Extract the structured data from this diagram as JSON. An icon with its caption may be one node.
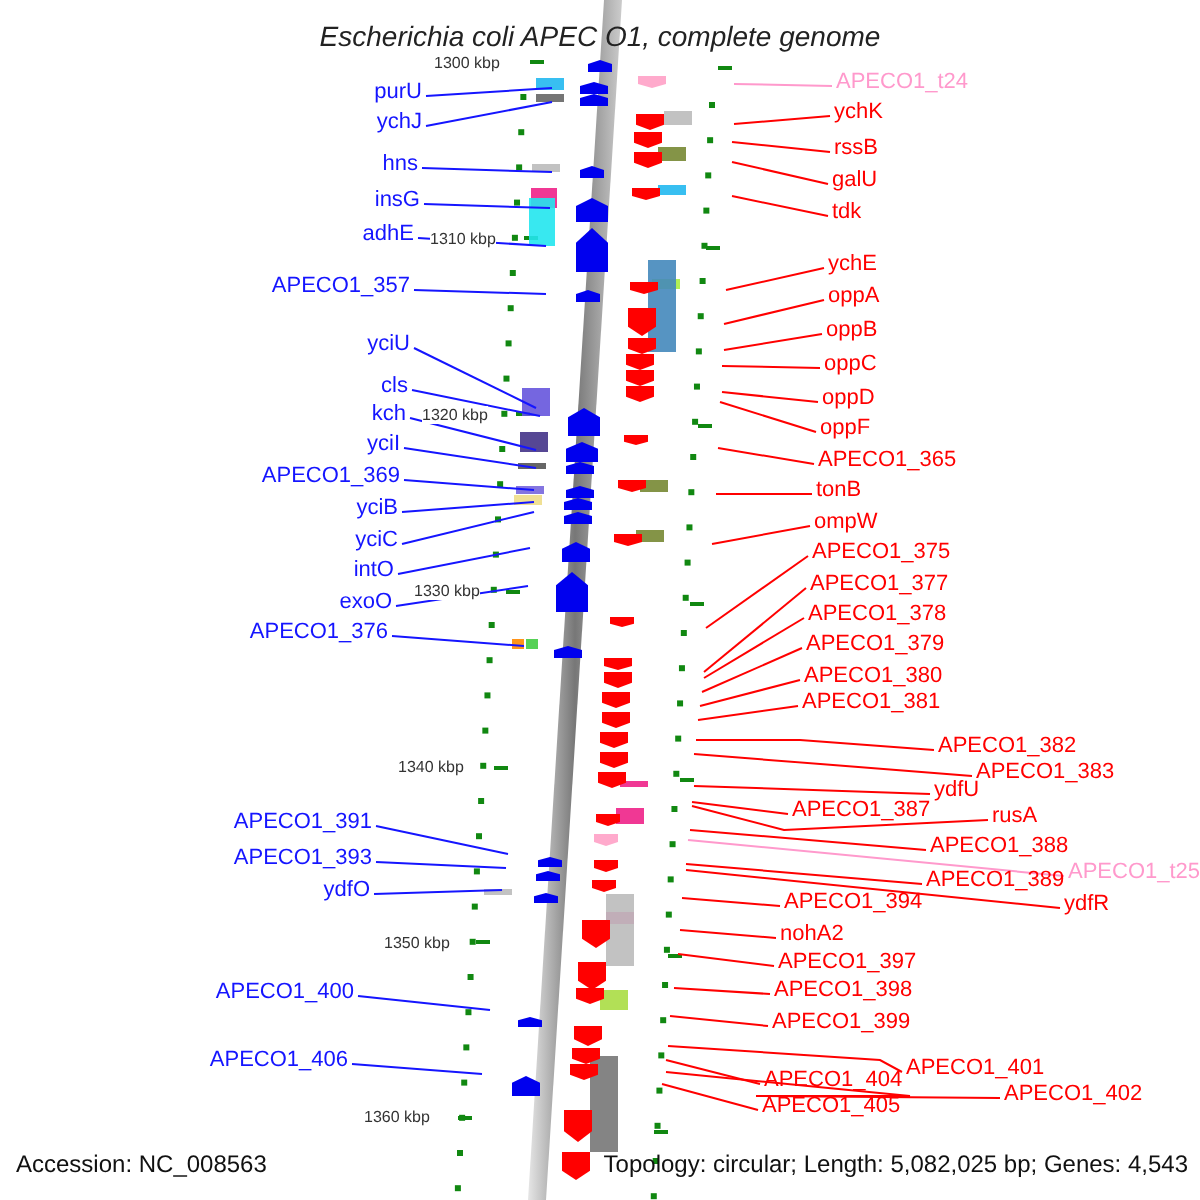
{
  "diagram": {
    "title": "Escherichia coli APEC O1, complete genome",
    "nodes": [
      {
        "text": [
          "purU"
        ]
      },
      {
        "text": [
          "ychJ"
        ]
      },
      {
        "text": [
          "hns"
        ]
      },
      {
        "text": [
          "insG"
        ]
      },
      {
        "text": [
          "adhE"
        ]
      },
      {
        "text": [
          "APECO1_357"
        ]
      },
      {
        "text": [
          "yciU"
        ]
      },
      {
        "text": [
          "cls"
        ]
      },
      {
        "text": [
          "kch"
        ]
      },
      {
        "text": [
          "yciI"
        ]
      },
      {
        "text": [
          "APECO1_369"
        ]
      },
      {
        "text": [
          "yciB"
        ]
      },
      {
        "text": [
          "yciC"
        ]
      },
      {
        "text": [
          "intO"
        ]
      },
      {
        "text": [
          "exoO"
        ]
      },
      {
        "text": [
          "APECO1_376"
        ]
      },
      {
        "text": [
          "APECO1_391"
        ]
      },
      {
        "text": [
          "APECO1_393"
        ]
      },
      {
        "text": [
          "ydfO"
        ]
      },
      {
        "text": [
          "APECO1_400"
        ]
      },
      {
        "text": [
          "APECO1_406"
        ]
      },
      {
        "text": [
          "APECO1_t24"
        ]
      },
      {
        "text": [
          "ychK"
        ]
      },
      {
        "text": [
          "rssB"
        ]
      },
      {
        "text": [
          "galU"
        ]
      },
      {
        "text": [
          "tdk"
        ]
      },
      {
        "text": [
          "ychE"
        ]
      },
      {
        "text": [
          "oppA"
        ]
      },
      {
        "text": [
          "oppB"
        ]
      },
      {
        "text": [
          "oppC"
        ]
      },
      {
        "text": [
          "oppD"
        ]
      },
      {
        "text": [
          "oppF"
        ]
      },
      {
        "text": [
          "APECO1_365"
        ]
      },
      {
        "text": [
          "tonB"
        ]
      },
      {
        "text": [
          "ompW"
        ]
      },
      {
        "text": [
          "APECO1_375"
        ]
      },
      {
        "text": [
          "APECO1_377"
        ]
      },
      {
        "text": [
          "APECO1_378"
        ]
      },
      {
        "text": [
          "APECO1_379"
        ]
      },
      {
        "text": [
          "APECO1_380"
        ]
      },
      {
        "text": [
          "APECO1_381"
        ]
      },
      {
        "text": [
          "APECO1_382"
        ]
      },
      {
        "text": [
          "APECO1_383"
        ]
      },
      {
        "text": [
          "ydfU"
        ]
      },
      {
        "text": [
          "APECO1_387"
        ]
      },
      {
        "text": [
          "rusA"
        ]
      },
      {
        "text": [
          "APECO1_388"
        ]
      },
      {
        "text": [
          "APECO1_t25"
        ]
      },
      {
        "text": [
          "APECO1_389"
        ]
      },
      {
        "text": [
          "ydfR"
        ]
      },
      {
        "text": [
          "APECO1_394"
        ]
      },
      {
        "text": [
          "nohA2"
        ]
      },
      {
        "text": [
          "APECO1_397"
        ]
      },
      {
        "text": [
          "APECO1_398"
        ]
      },
      {
        "text": [
          "APECO1_399"
        ]
      },
      {
        "text": [
          "APECO1_401"
        ]
      },
      {
        "text": [
          "APECO1_404"
        ]
      },
      {
        "text": [
          "APECO1_402"
        ]
      },
      {
        "text": [
          "APECO1_405"
        ]
      }
    ],
    "edges": [
      {
        "from": 0,
        "to": null,
        "arrow": "none",
        "color": "#0000ff"
      },
      {
        "from": 1,
        "to": null,
        "arrow": "none",
        "color": "#0000ff"
      },
      {
        "from": 2,
        "to": null,
        "arrow": "none",
        "color": "#0000ff"
      },
      {
        "from": 3,
        "to": null,
        "arrow": "none",
        "color": "#0000ff"
      },
      {
        "from": 4,
        "to": null,
        "arrow": "none",
        "color": "#0000ff"
      },
      {
        "from": 5,
        "to": null,
        "arrow": "none",
        "color": "#0000ff"
      },
      {
        "from": 6,
        "to": null,
        "arrow": "none",
        "color": "#0000ff"
      },
      {
        "from": 7,
        "to": null,
        "arrow": "none",
        "color": "#0000ff"
      },
      {
        "from": 8,
        "to": null,
        "arrow": "none",
        "color": "#0000ff"
      },
      {
        "from": 9,
        "to": null,
        "arrow": "none",
        "color": "#0000ff"
      },
      {
        "from": 10,
        "to": null,
        "arrow": "none",
        "color": "#0000ff"
      },
      {
        "from": 11,
        "to": null,
        "arrow": "none",
        "color": "#0000ff"
      },
      {
        "from": 12,
        "to": null,
        "arrow": "none",
        "color": "#0000ff"
      },
      {
        "from": 13,
        "to": null,
        "arrow": "none",
        "color": "#0000ff"
      },
      {
        "from": 14,
        "to": null,
        "arrow": "none",
        "color": "#0000ff"
      },
      {
        "from": 15,
        "to": null,
        "arrow": "none",
        "color": "#0000ff"
      },
      {
        "from": 16,
        "to": null,
        "arrow": "none",
        "color": "#0000ff"
      },
      {
        "from": 17,
        "to": null,
        "arrow": "none",
        "color": "#0000ff"
      },
      {
        "from": 18,
        "to": null,
        "arrow": "none",
        "color": "#0000ff"
      },
      {
        "from": 19,
        "to": null,
        "arrow": "none",
        "color": "#0000ff"
      },
      {
        "from": 20,
        "to": null,
        "arrow": "none",
        "color": "#0000ff"
      },
      {
        "from": 21,
        "to": null,
        "arrow": "none",
        "color": "#ff99cc"
      },
      {
        "from": 22,
        "to": null,
        "arrow": "none"
      },
      {
        "from": 23,
        "to": null,
        "arrow": "none"
      },
      {
        "from": 24,
        "to": null,
        "arrow": "none"
      },
      {
        "from": 25,
        "to": null,
        "arrow": "none"
      },
      {
        "from": 26,
        "to": null,
        "arrow": "none"
      },
      {
        "from": 27,
        "to": null,
        "arrow": "none"
      },
      {
        "from": 28,
        "to": null,
        "arrow": "none"
      },
      {
        "from": 29,
        "to": null,
        "arrow": "none"
      },
      {
        "from": 30,
        "to": null,
        "arrow": "none"
      },
      {
        "from": 31,
        "to": null,
        "arrow": "none"
      },
      {
        "from": 32,
        "to": null,
        "arrow": "none"
      },
      {
        "from": 33,
        "to": null,
        "arrow": "none"
      },
      {
        "from": 34,
        "to": null,
        "arrow": "none"
      },
      {
        "from": 35,
        "to": null,
        "arrow": "none"
      },
      {
        "from": 36,
        "to": null,
        "arrow": "none"
      },
      {
        "from": 37,
        "to": null,
        "arrow": "none"
      },
      {
        "from": 38,
        "to": null,
        "arrow": "none"
      },
      {
        "from": 39,
        "to": null,
        "arrow": "none"
      },
      {
        "from": 40,
        "to": null,
        "arrow": "none"
      },
      {
        "from": 41,
        "to": null,
        "arrow": "none"
      },
      {
        "from": 42,
        "to": null,
        "arrow": "none"
      },
      {
        "from": 43,
        "to": null,
        "arrow": "none"
      },
      {
        "from": 44,
        "to": null,
        "arrow": "none"
      },
      {
        "from": 45,
        "to": null,
        "arrow": "none"
      },
      {
        "from": 46,
        "to": null,
        "arrow": "none"
      },
      {
        "from": 47,
        "to": null,
        "arrow": "none",
        "color": "#ff99cc"
      },
      {
        "from": 48,
        "to": null,
        "arrow": "none"
      },
      {
        "from": 49,
        "to": null,
        "arrow": "none"
      },
      {
        "from": 50,
        "to": null,
        "arrow": "none"
      },
      {
        "from": 51,
        "to": null,
        "arrow": "none"
      },
      {
        "from": 52,
        "to": null,
        "arrow": "none"
      },
      {
        "from": 53,
        "to": null,
        "arrow": "none"
      },
      {
        "from": 54,
        "to": null,
        "arrow": "none"
      },
      {
        "from": 55,
        "to": null,
        "arrow": "none"
      },
      {
        "from": 56,
        "to": null,
        "arrow": "none"
      },
      {
        "from": 57,
        "to": null,
        "arrow": "none"
      },
      {
        "from": 58,
        "to": null,
        "arrow": "none"
      }
    ],
    "labels": [
      "1300 kbp",
      "1310 kbp",
      "1320 kbp",
      "1330 kbp",
      "1340 kbp",
      "1350 kbp",
      "1360 kbp",
      "Accession: NC_008563",
      "Topology: circular; Length: 5,082,025 bp; Genes: 4,543"
    ]
  }
}
